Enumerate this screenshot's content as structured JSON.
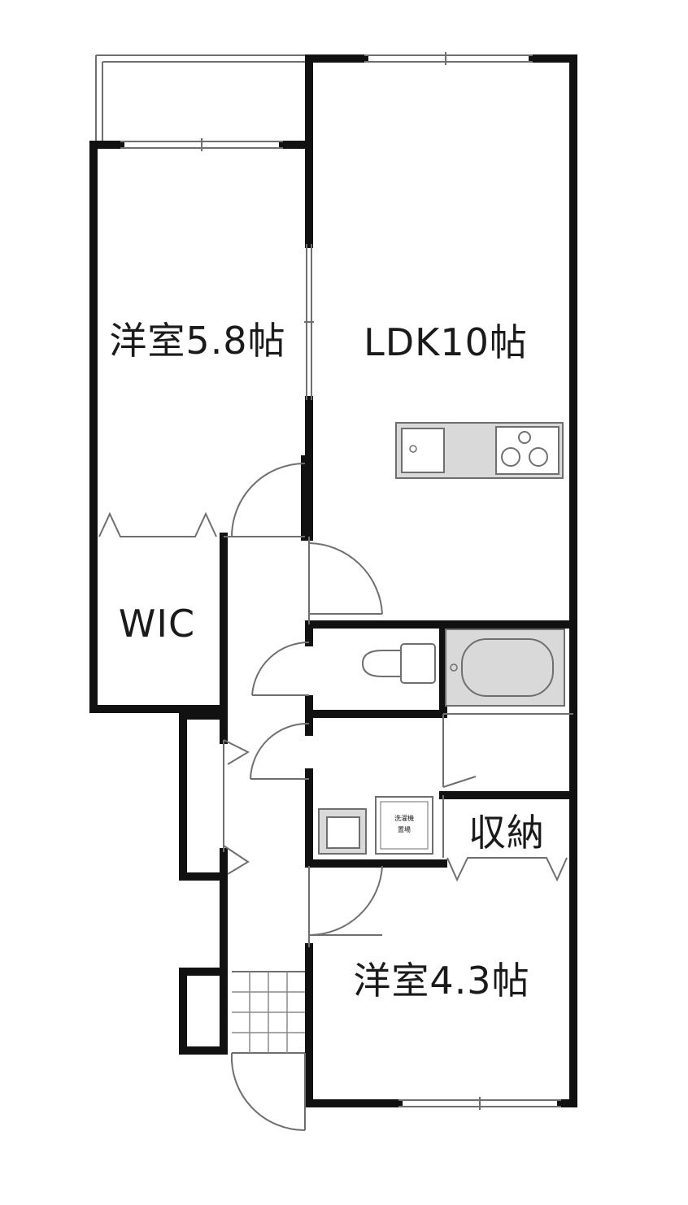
{
  "floorplan": {
    "rooms": [
      {
        "id": "western-room-1",
        "label": "洋室5.8帖"
      },
      {
        "id": "ldk",
        "label": "LDK10帖"
      },
      {
        "id": "wic",
        "label": "WIC"
      },
      {
        "id": "storage",
        "label": "収納"
      },
      {
        "id": "western-room-2",
        "label": "洋室4.3帖"
      }
    ],
    "fixtures": {
      "washer_place": [
        "洗濯機",
        "置場"
      ]
    },
    "colors": {
      "wall": "#111111",
      "thin_line": "#6f6f6f",
      "fixture_fill": "#d9d9d9",
      "background": "#ffffff"
    }
  }
}
